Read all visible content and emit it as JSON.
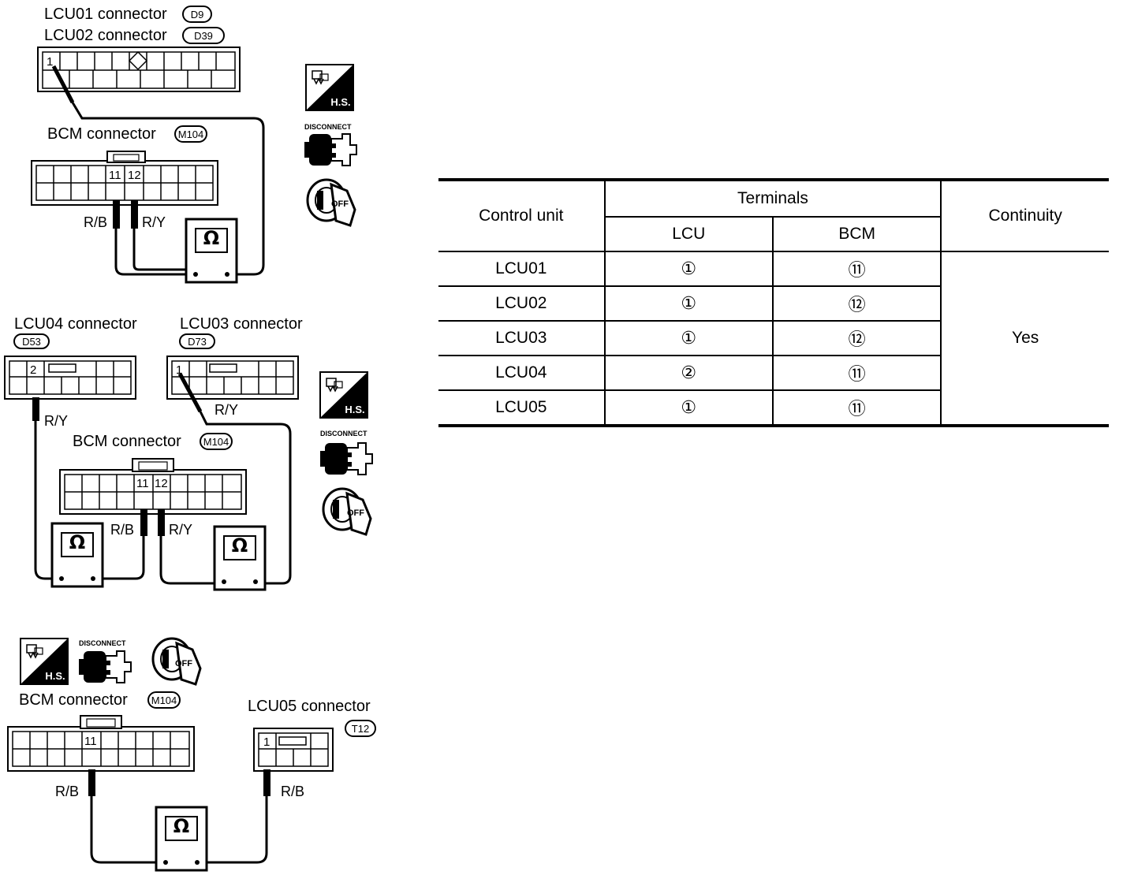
{
  "diagram1": {
    "label_lcu01": "LCU01  connector",
    "tag_lcu01": "D9",
    "label_lcu02": "LCU02  connector",
    "tag_lcu02": "D39",
    "pin_lcu": "1",
    "label_bcm": "BCM  connector",
    "tag_bcm": "M104",
    "pin_bcm_a": "11",
    "pin_bcm_b": "12",
    "wire_left": "R/B",
    "wire_right": "R/Y"
  },
  "diagram2": {
    "label_lcu04": "LCU04  connector",
    "tag_lcu04": "D53",
    "pin_lcu04": "2",
    "label_lcu03": "LCU03  connector",
    "tag_lcu03": "D73",
    "pin_lcu03": "1",
    "wire_lcu04": "R/Y",
    "wire_lcu03": "R/Y",
    "label_bcm": "BCM  connector",
    "tag_bcm": "M104",
    "pin_bcm_a": "11",
    "pin_bcm_b": "12",
    "wire_left": "R/B",
    "wire_right": "R/Y"
  },
  "diagram3": {
    "label_bcm": "BCM  connector",
    "tag_bcm": "M104",
    "pin_bcm": "11",
    "label_lcu05": "LCU05  connector",
    "tag_lcu05": "T12",
    "pin_lcu05": "1",
    "wire_left": "R/B",
    "wire_right": "R/B"
  },
  "icons": {
    "hs_label": "H.S.",
    "disconnect_label": "DISCONNECT",
    "off_label": "OFF",
    "ohm_symbol": "Ω"
  },
  "table": {
    "header_control_unit": "Control unit",
    "header_terminals": "Terminals",
    "header_lcu": "LCU",
    "header_bcm": "BCM",
    "header_continuity": "Continuity",
    "continuity_value": "Yes",
    "rows": [
      {
        "unit": "LCU01",
        "lcu": "①",
        "bcm": "⑪"
      },
      {
        "unit": "LCU02",
        "lcu": "①",
        "bcm": "⑫"
      },
      {
        "unit": "LCU03",
        "lcu": "①",
        "bcm": "⑫"
      },
      {
        "unit": "LCU04",
        "lcu": "②",
        "bcm": "⑪"
      },
      {
        "unit": "LCU05",
        "lcu": "①",
        "bcm": "⑪"
      }
    ]
  }
}
